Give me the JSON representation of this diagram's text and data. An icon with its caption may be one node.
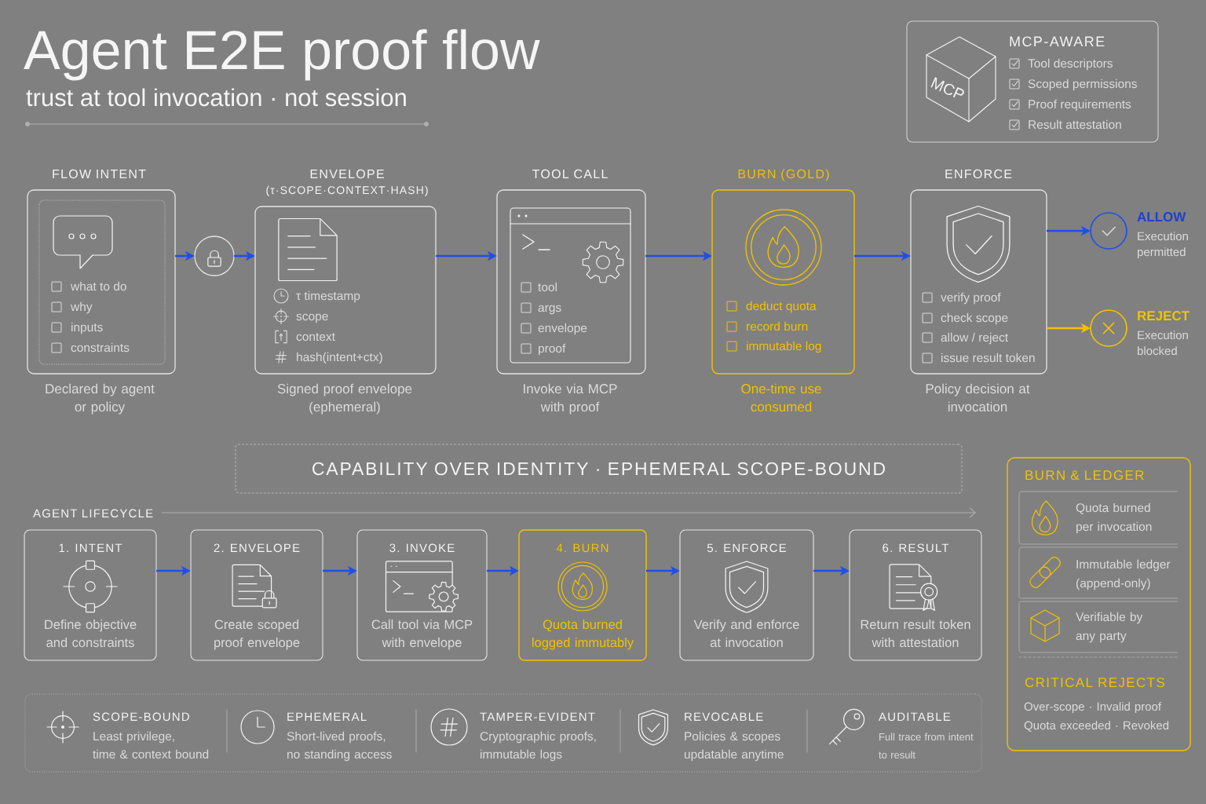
{
  "diagram": {
    "title": "Agent E2E proof flow",
    "nodes": [
      {
        "text": [
          "MCP-AWARE",
          "Tool descriptors",
          "Scoped permissions",
          "Proof requirements",
          "Result attestation"
        ]
      },
      {
        "text": [
          "FLOW INTENT",
          "what to do",
          "why",
          "inputs",
          "constraints"
        ],
        "beside": [
          "Declared by agent or policy"
        ]
      },
      {
        "text": [],
        "shape": "circle"
      },
      {
        "text": [
          "ENVELOPE",
          "(τ·SCOPE·CONTEXT·HASH)",
          "τ timestamp",
          "scope",
          "context",
          "hash(intent+ctx)"
        ],
        "beside": [
          "Signed proof envelope (ephemeral)"
        ]
      },
      {
        "text": [
          "TOOL CALL",
          "tool",
          "args",
          "envelope",
          "proof"
        ],
        "beside": [
          "Invoke via MCP with proof"
        ]
      },
      {
        "text": [
          "BURN (GOLD)",
          "deduct quota",
          "record burn",
          "immutable log"
        ],
        "beside": [
          "One-time use consumed"
        ]
      },
      {
        "text": [
          "ENFORCE",
          "verify proof",
          "check scope",
          "allow / reject",
          "issue result token"
        ],
        "beside": [
          "Policy decision at invocation"
        ]
      },
      {
        "text": [],
        "shape": "circle",
        "beside": [
          "ALLOW",
          "Execution permitted"
        ]
      },
      {
        "text": [],
        "shape": "circle",
        "beside": [
          "REJECT",
          "Execution blocked"
        ]
      },
      {
        "text": [
          "CAPABILITY OVER IDENTITY · EPHEMERAL SCOPE-BOUND"
        ]
      },
      {
        "text": [
          "1. INTENT",
          "Define objective and constraints"
        ]
      },
      {
        "text": [
          "2. ENVELOPE",
          "Create scoped proof envelope"
        ]
      },
      {
        "text": [
          "3. INVOKE",
          "Call tool via MCP with envelope"
        ]
      },
      {
        "text": [
          "4. BURN",
          "Quota burned logged immutably"
        ]
      },
      {
        "text": [
          "5. ENFORCE",
          "Verify and enforce at invocation"
        ]
      },
      {
        "text": [
          "6. RESULT",
          "Return result token with attestation"
        ]
      },
      {
        "text": [
          "BURN & LEDGER",
          "CRITICAL REJECTS",
          "Over-scope · Invalid proof Quota exceeded · Revoked"
        ]
      },
      {
        "text": [
          "Quota burned per invocation"
        ],
        "in": 16
      },
      {
        "text": [
          "Immutable ledger (append-only)"
        ],
        "in": 16
      },
      {
        "text": [
          "Verifiable by any party"
        ],
        "in": 16
      },
      {
        "text": [
          "SCOPE-BOUND",
          "Least privilege, time & context bound",
          "EPHEMERAL",
          "Short-lived proofs, no standing access",
          "TAMPER-EVIDENT",
          "Cryptographic proofs, immutable logs",
          "REVOCABLE",
          "Policies & scopes updatable anytime",
          "AUDITABLE",
          "Full trace from intent to result"
        ]
      }
    ],
    "edges": [
      {
        "from": 1,
        "to": 2,
        "arrow": "to"
      },
      {
        "from": 2,
        "to": 3,
        "arrow": "to"
      },
      {
        "from": 3,
        "to": 4,
        "arrow": "to"
      },
      {
        "from": 4,
        "to": 5,
        "arrow": "to"
      },
      {
        "from": 5,
        "to": 6,
        "arrow": "to"
      },
      {
        "from": 6,
        "to": 7,
        "arrow": "to"
      },
      {
        "from": 6,
        "to": 8,
        "arrow": "to",
        "color": "#f2c200"
      },
      {
        "from": 10,
        "to": 11,
        "arrow": "to"
      },
      {
        "from": 11,
        "to": 12,
        "arrow": "to"
      },
      {
        "from": 12,
        "to": 13,
        "arrow": "to"
      },
      {
        "from": 13,
        "to": 14,
        "arrow": "to"
      },
      {
        "from": 14,
        "to": 15,
        "arrow": "to"
      }
    ],
    "labels": [
      "trust at tool invocation · not session",
      "MCP",
      "AGENT LIFECYCLE"
    ]
  }
}
